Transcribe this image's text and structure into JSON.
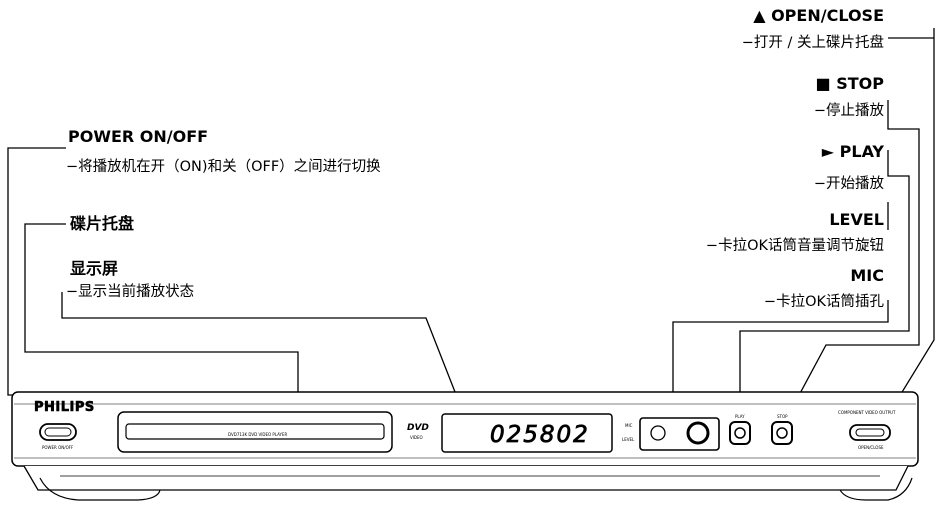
{
  "left_labels": {
    "power": {
      "title": "POWER ON/OFF",
      "desc": "−将播放机在开（ON)和关（OFF）之间进行切换"
    },
    "tray": {
      "title": "碟片托盘"
    },
    "display": {
      "title": "显示屏",
      "desc": "−显示当前播放状态"
    }
  },
  "right_labels": {
    "open_close": {
      "title": "▲ OPEN/CLOSE",
      "desc": "−打开 / 关上碟片托盘"
    },
    "stop": {
      "title": "■ STOP",
      "desc": "−停止播放"
    },
    "play": {
      "title": "► PLAY",
      "desc": "−开始播放"
    },
    "level": {
      "title": "LEVEL",
      "desc": "−卡拉OK话筒音量调节旋钮"
    },
    "mic": {
      "title": "MIC",
      "desc": "−卡拉OK话筒插孔"
    }
  },
  "device": {
    "brand": "PHILIPS",
    "power_label": "POWER ON/OFF",
    "tray_label": "DVD713K DVD VIDEO PLAYER",
    "dvd_logo": "DVD",
    "dvd_logo_sub": "VIDEO",
    "display_readout": "025802",
    "mic_label": "MIC",
    "level_label": "LEVEL",
    "play_label": "PLAY",
    "stop_label": "STOP",
    "component_label": "COMPONENT VIDEO OUTPUT",
    "open_close_label": "OPEN/CLOSE"
  }
}
